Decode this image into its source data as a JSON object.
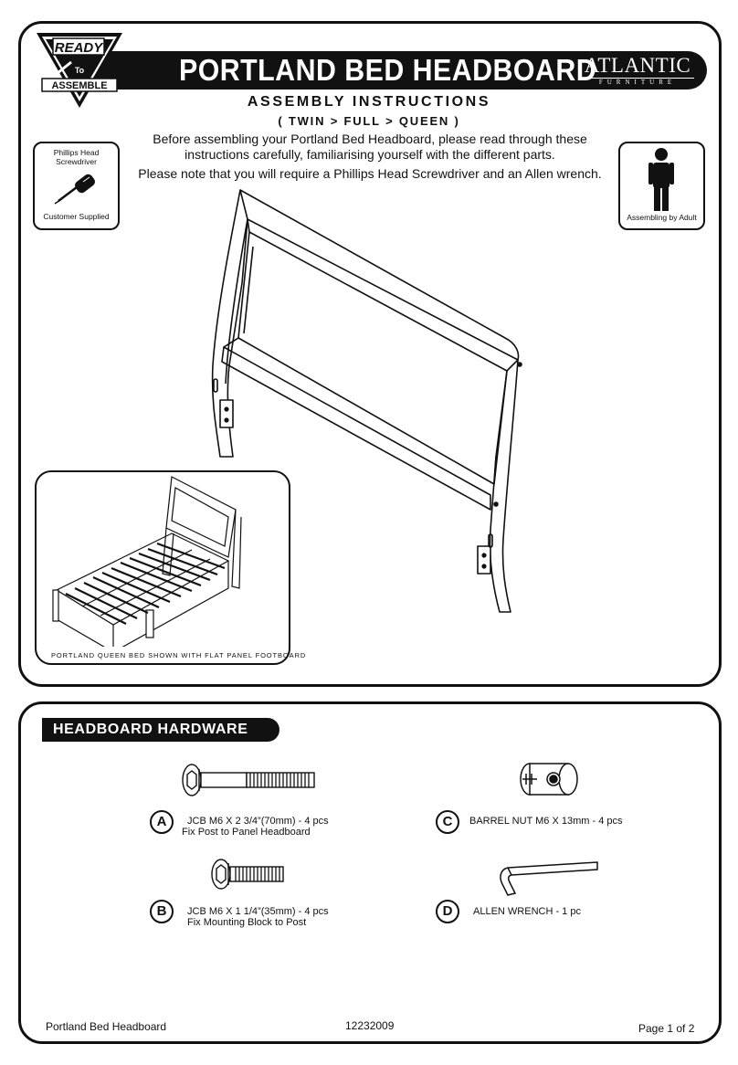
{
  "logo": {
    "top": "READY",
    "mid": "To",
    "bottom": "ASSEMBLE"
  },
  "header": {
    "title": "PORTLAND BED HEADBOARD",
    "brand": "ATLANTIC",
    "brand_sub": "FURNITURE",
    "subtitle": "ASSEMBLY INSTRUCTIONS",
    "sizes": "( TWIN > FULL > QUEEN )"
  },
  "intro": {
    "line1": "Before assembling your Portland Bed Headboard, please read through these",
    "line2": "instructions carefully, familiarising yourself with the different parts.",
    "line3": "Please note that you will require a Phillips Head Screwdriver and an Allen wrench."
  },
  "tool_box": {
    "title_line1": "Phillips Head",
    "title_line2": "Screwdriver",
    "note": "Customer Supplied",
    "icon": "screwdriver-icon"
  },
  "adult_box": {
    "label": "Assembling by Adult",
    "icon": "adult-person-icon"
  },
  "inset": {
    "caption": "PORTLAND QUEEN BED SHOWN WITH FLAT PANEL FOOTBOARD"
  },
  "hardware": {
    "heading": "HEADBOARD HARDWARE",
    "items": [
      {
        "letter": "A",
        "desc": "JCB M6 X 2 3/4”(70mm) - 4 pcs",
        "use": "Fix Post to Panel Headboard"
      },
      {
        "letter": "B",
        "desc": "JCB M6 X 1 1/4”(35mm) - 4 pcs",
        "use": "Fix Mounting Block to Post"
      },
      {
        "letter": "C",
        "desc": "BARREL NUT M6 X 13mm - 4 pcs"
      },
      {
        "letter": "D",
        "desc": "ALLEN WRENCH - 1 pc"
      }
    ]
  },
  "footer": {
    "left": "Portland Bed Headboard",
    "code": "12232009",
    "page": "Page 1 of 2"
  }
}
